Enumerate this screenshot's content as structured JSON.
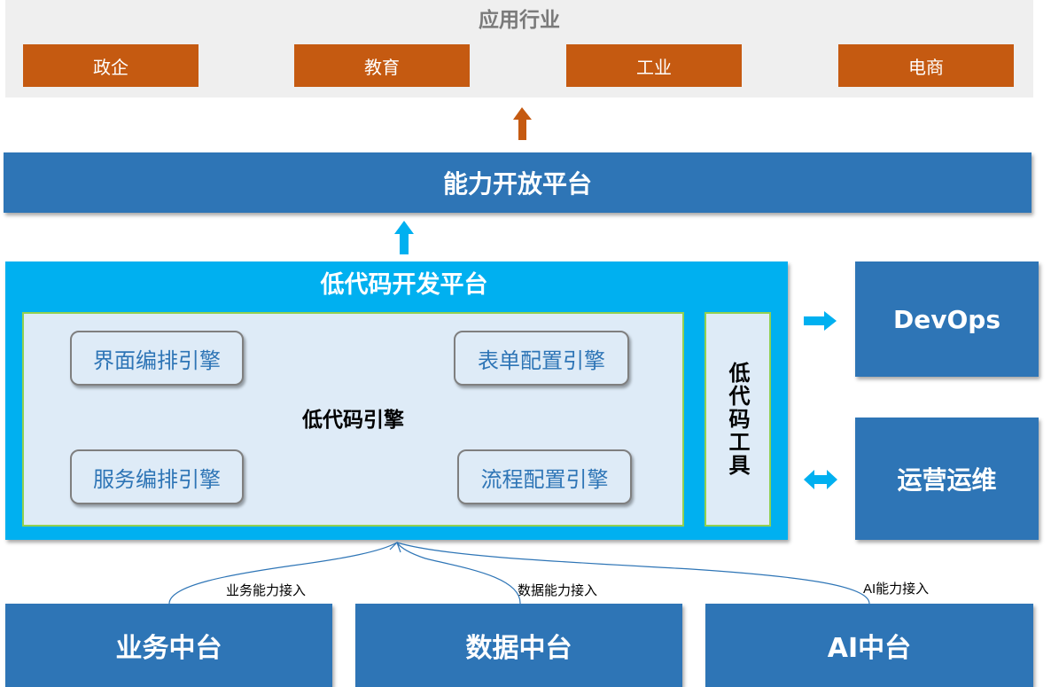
{
  "industry": {
    "title": "应用行业",
    "items": [
      "政企",
      "教育",
      "工业",
      "电商"
    ]
  },
  "open_platform": {
    "label": "能力开放平台"
  },
  "lowcode": {
    "title": "低代码开发平台",
    "engine_label": "低代码引擎",
    "engines": [
      "界面编排引擎",
      "表单配置引擎",
      "服务编排引擎",
      "流程配置引擎"
    ],
    "tools_label": "低代码工具"
  },
  "side": {
    "devops": "DevOps",
    "ops": "运营运维"
  },
  "bottom": {
    "business": "业务中台",
    "data": "数据中台",
    "ai": "AI中台"
  },
  "connectors": {
    "business": "业务能力接入",
    "data": "数据能力接入",
    "ai": "AI能力接入"
  },
  "colors": {
    "industry_orange": "#c55a11",
    "primary_blue": "#2e75b6",
    "light_blue": "#00b0f0",
    "panel_light": "#deebf7",
    "panel_border_green": "#92d050",
    "band_gray": "#efefef"
  }
}
